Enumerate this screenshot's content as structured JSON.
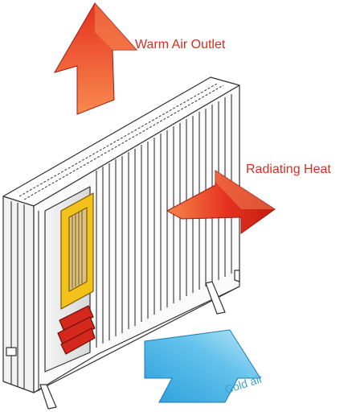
{
  "labels": {
    "warm_air_outlet": "Warm Air Outlet",
    "radiating_heat": "Radiating Heat",
    "cold_air": "Cold air"
  },
  "colors": {
    "warm_arrow": "#e5321f",
    "warm_arrow_light": "#f7864a",
    "cold_arrow": "#2aa3df",
    "cold_arrow_light": "#9ddcf5",
    "warm_text": "#d92d1f",
    "cold_text": "#3aa0d8",
    "element_frame": "#f2c21b",
    "heater_body": "#ffffff",
    "heater_outline": "#333333"
  },
  "icons": {
    "warm_outlet_arrow": "arrow-up-icon",
    "radiating_arrow": "arrow-right-icon",
    "cold_inlet_arrow": "arrow-up-icon",
    "heater": "radiator-icon"
  }
}
